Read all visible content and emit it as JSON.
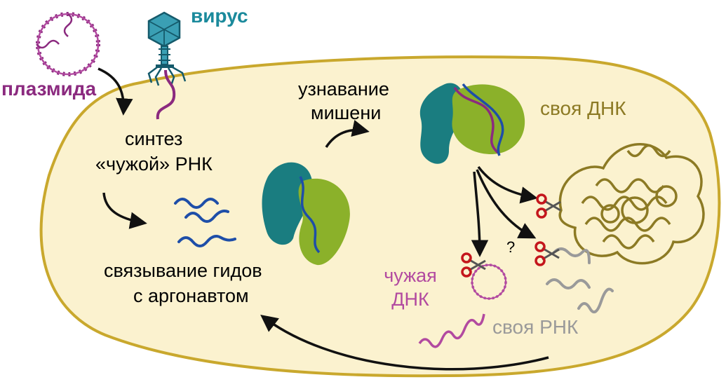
{
  "labels": {
    "virus": "вирус",
    "plasmid": "плазмида",
    "synthesis_line1": "синтез",
    "synthesis_line2": "«чужой» РНК",
    "recognition_line1": "узнавание",
    "recognition_line2": "мишени",
    "own_dna": "своя ДНК",
    "binding_line1": "связывание гидов",
    "binding_line2": "с аргонавтом",
    "foreign_dna_line1": "чужая",
    "foreign_dna_line2": "ДНК",
    "own_rna": "своя РНК",
    "question_mark": "?"
  },
  "colors": {
    "cell_fill": "#fbf2cf",
    "cell_border": "#c9a82d",
    "virus_text": "#1b8a9c",
    "plasmid": "#8b2a7f",
    "foreign_dna": "#b24aa0",
    "own_dna": "#8c7a24",
    "own_rna": "#9a9a9a",
    "guide_rna": "#1e4ea8",
    "argonaute_teal": "#1a7d80",
    "argonaute_green": "#8bb12a",
    "arrow": "#111111",
    "scissors": "#c4161c"
  }
}
